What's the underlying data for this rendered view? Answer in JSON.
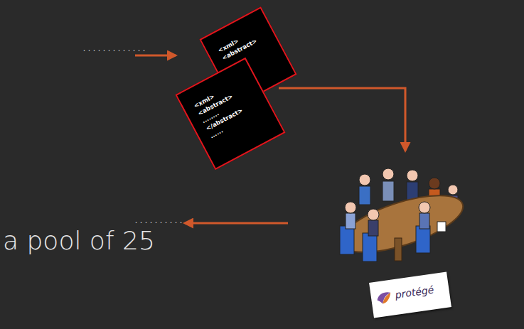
{
  "diagram": {
    "nodes": [
      {
        "text": [
          "<xml>",
          "<abstract>"
        ]
      },
      {
        "text": [
          "<xml>",
          "<abstract>",
          "........",
          "</abstract>",
          "......"
        ]
      },
      {
        "text": [
          "protégé"
        ]
      }
    ],
    "labels": [
      ".............",
      "..........",
      "a pool of 25"
    ]
  }
}
